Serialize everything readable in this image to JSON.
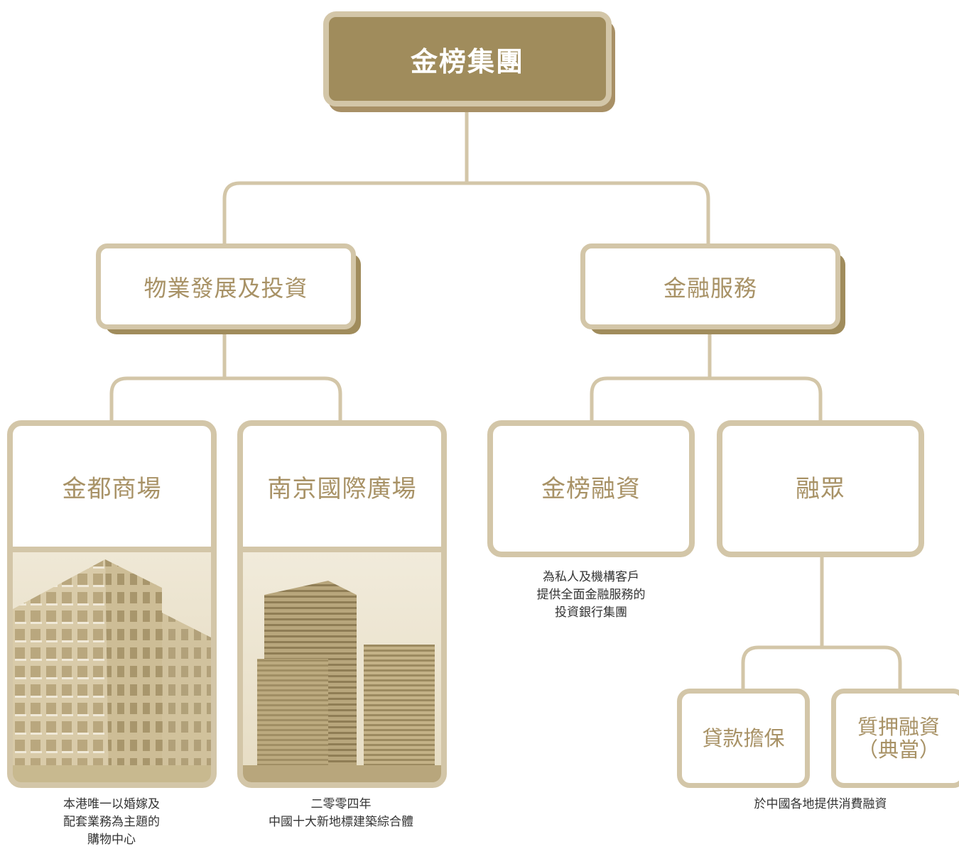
{
  "root": {
    "label": "金榜集團"
  },
  "divisions": [
    {
      "label": "物業發展及投資"
    },
    {
      "label": "金融服務"
    }
  ],
  "subsidiaries": [
    {
      "label": "金都商場",
      "caption": [
        "本港唯一以婚嫁及",
        "配套業務為主題的",
        "購物中心"
      ]
    },
    {
      "label": "南京國際廣場",
      "caption": [
        "二零零四年",
        "中國十大新地標建築綜合體"
      ]
    },
    {
      "label": "金榜融資",
      "caption": [
        "為私人及機構客戶",
        "提供全面金融服務的",
        "投資銀行集團"
      ]
    },
    {
      "label": "融眾"
    }
  ],
  "services": [
    {
      "label": [
        "貸款擔保"
      ]
    },
    {
      "label": [
        "質押融資",
        "（典當）"
      ]
    }
  ],
  "services_caption": "於中國各地提供消費融資",
  "colors": {
    "gold_dark": "#a08c5c",
    "gold_light": "#d3c6a8",
    "text_gold": "#a89266"
  }
}
